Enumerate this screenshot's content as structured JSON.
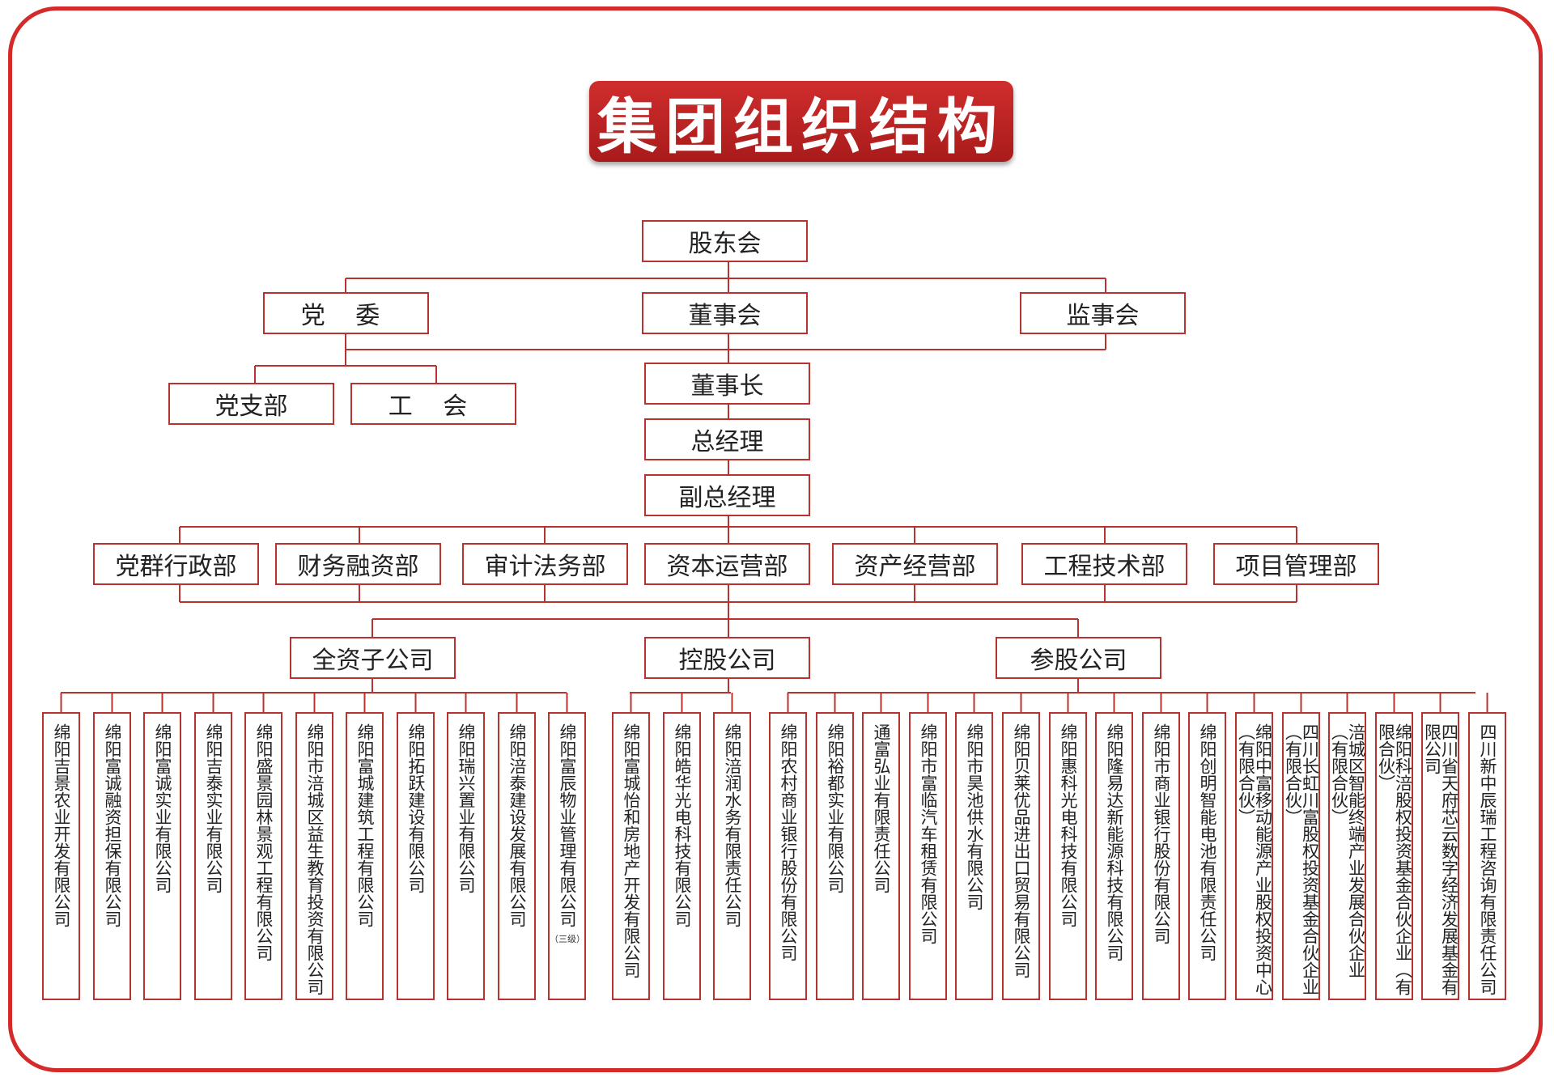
{
  "title": "集团组织结构",
  "colors": {
    "accent": "#b8332f",
    "frame": "#d42a2a",
    "banner": "#c22424"
  },
  "nodes": {
    "shareholders": "股东会",
    "party_committee": "党 委",
    "board": "董事会",
    "supervisors": "监事会",
    "party_branch": "党支部",
    "union": "工 会",
    "chairman": "董事长",
    "general_manager": "总经理",
    "deputy_gm": "副总经理"
  },
  "departments": [
    "党群行政部",
    "财务融资部",
    "审计法务部",
    "资本运营部",
    "资产经营部",
    "工程技术部",
    "项目管理部"
  ],
  "groups": {
    "wholly_owned": "全资子公司",
    "holding": "控股公司",
    "participating": "参股公司"
  },
  "wholly_owned_companies": [
    "绵阳吉景农业开发有限公司",
    "绵阳富诚融资担保有限公司",
    "绵阳富诚实业有限公司",
    "绵阳吉泰实业有限公司",
    "绵阳盛景园林景观工程有限公司",
    "绵阳市涪城区益生教育投资有限公司",
    "绵阳富城建筑工程有限公司",
    "绵阳拓跃建设有限公司",
    "绵阳瑞兴置业有限公司",
    "绵阳涪泰建设发展有限公司",
    "绵阳富辰物业管理有限公司"
  ],
  "wholly_owned_note": "（三级）",
  "holding_companies": [
    "绵阳富城怡和房地产开发有限公司",
    "绵阳皓华光电科技有限公司",
    "绵阳涪润水务有限责任公司"
  ],
  "participating_companies": [
    "绵阳农村商业银行股份有限公司",
    "绵阳裕都实业有限公司",
    "通富弘业有限责任公司",
    "绵阳市富临汽车租赁有限公司",
    "绵阳市昊池供水有限公司",
    "绵阳贝莱优品进出口贸易有限公司",
    "绵阳惠科光电科技有限公司",
    "绵阳隆易达新能源科技有限公司",
    "绵阳市商业银行股份有限公司",
    "绵阳创明智能电池有限责任公司",
    "绵阳中富移动能源产业股权投资中心（有限合伙）",
    "四川长虹川富股权投资基金合伙企业（有限合伙）",
    "涪城区智能终端产业发展合伙企业（有限合伙）",
    "绵阳科涪股权投资基金合伙企业（有限合伙）",
    "四川省天府芯云数字经济发展基金有限公司",
    "四川新中辰瑞工程咨询有限责任公司"
  ]
}
